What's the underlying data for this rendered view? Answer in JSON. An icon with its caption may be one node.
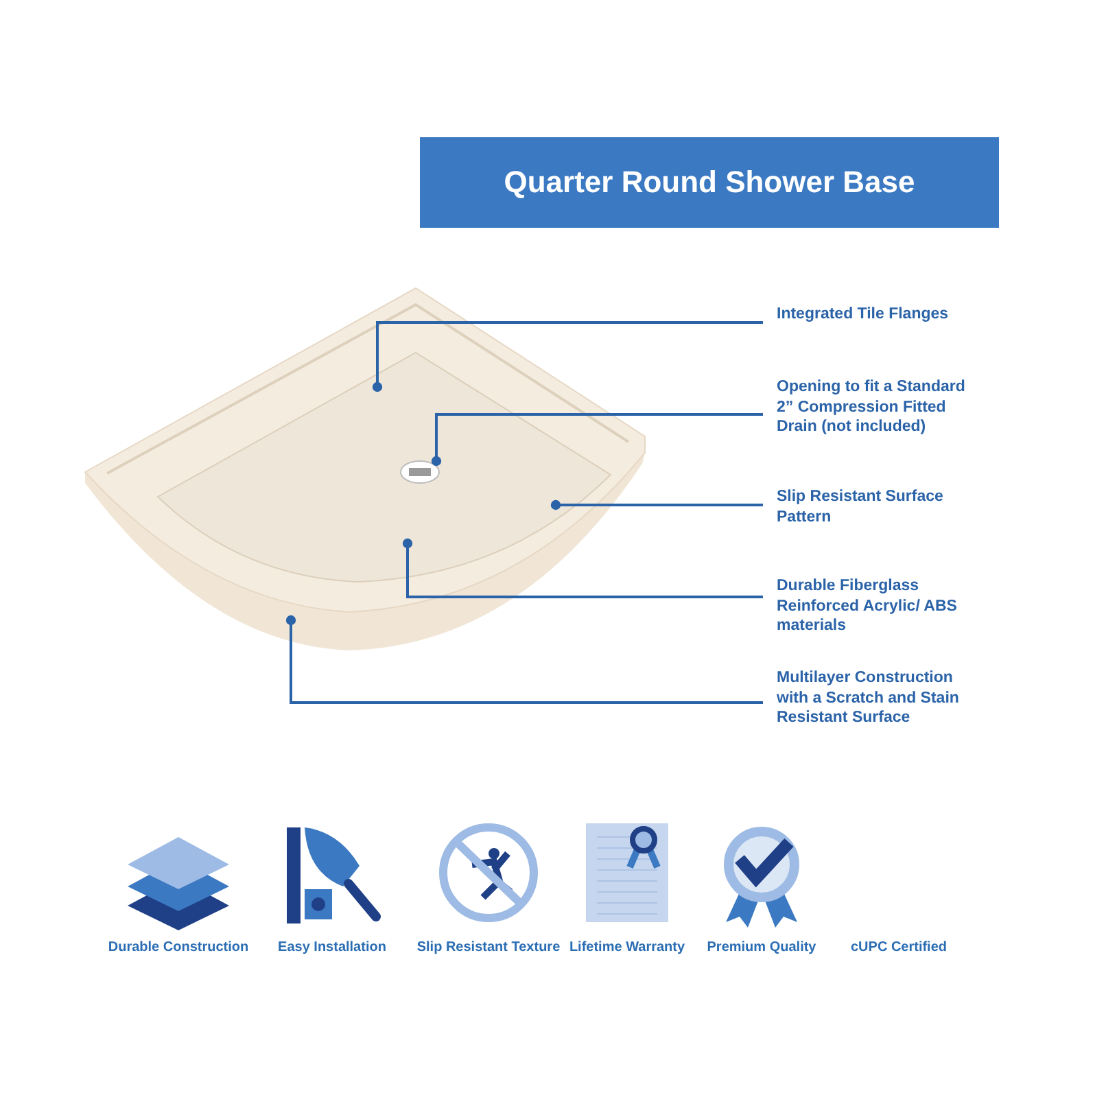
{
  "diagram": {
    "title": "Quarter Round Shower Base",
    "nodes": [
      {
        "text": [
          "Integrated Tile Flanges"
        ]
      },
      {
        "text": [
          "Opening to fit a Standard 2” Compression Fitted Drain (not included)"
        ]
      },
      {
        "text": [
          "Slip Resistant Surface Pattern"
        ]
      },
      {
        "text": [
          "Durable Fiberglass Reinforced Acrylic/ ABS materials"
        ]
      },
      {
        "text": [
          "Multilayer Construction with a Scratch and Stain Resistant Surface"
        ]
      }
    ],
    "edges": [
      {
        "from": 0,
        "to": null,
        "arrow": "other"
      },
      {
        "from": 1,
        "to": null,
        "arrow": "other"
      },
      {
        "from": 2,
        "to": null,
        "arrow": "other"
      },
      {
        "from": 3,
        "to": null,
        "arrow": "other"
      },
      {
        "from": 4,
        "to": null,
        "arrow": "other"
      }
    ],
    "labels": [
      "Durable Construction",
      "Easy Installation",
      "Slip Resistant Texture",
      "Lifetime Warranty",
      "Premium Quality",
      "cUPC Certified"
    ]
  }
}
